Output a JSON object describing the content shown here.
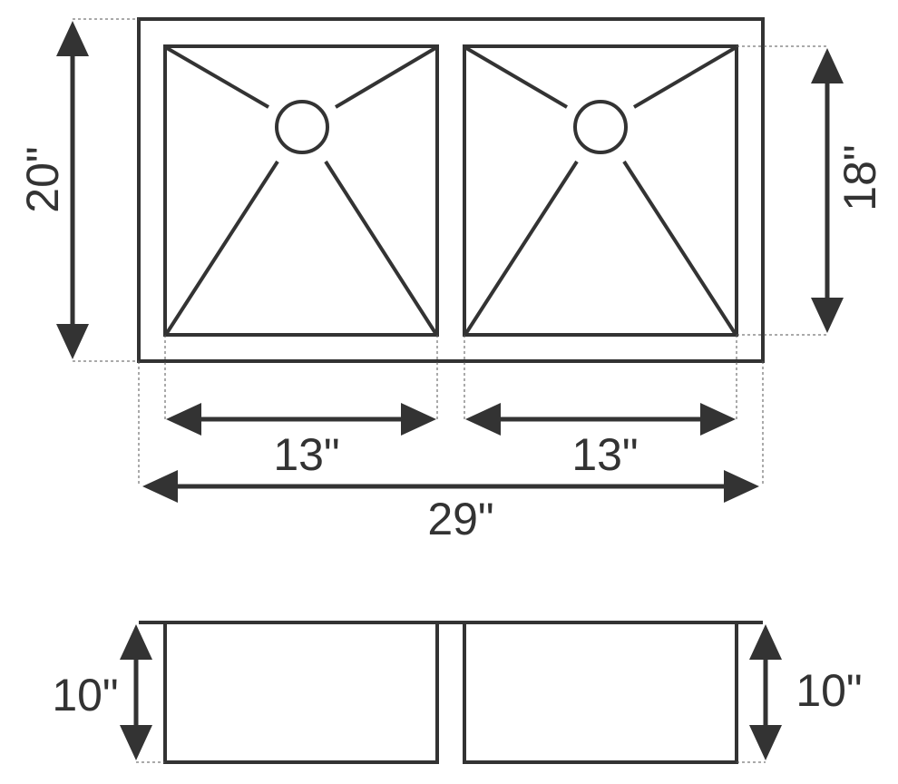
{
  "dimensions": {
    "overall_depth": "20\"",
    "bowl_depth": "18\"",
    "left_bowl_width": "13\"",
    "right_bowl_width": "13\"",
    "overall_width": "29\"",
    "left_bowl_height": "10\"",
    "right_bowl_height": "10\""
  },
  "colors": {
    "line": "#333333",
    "extension_line": "#555555",
    "background": "#ffffff"
  }
}
